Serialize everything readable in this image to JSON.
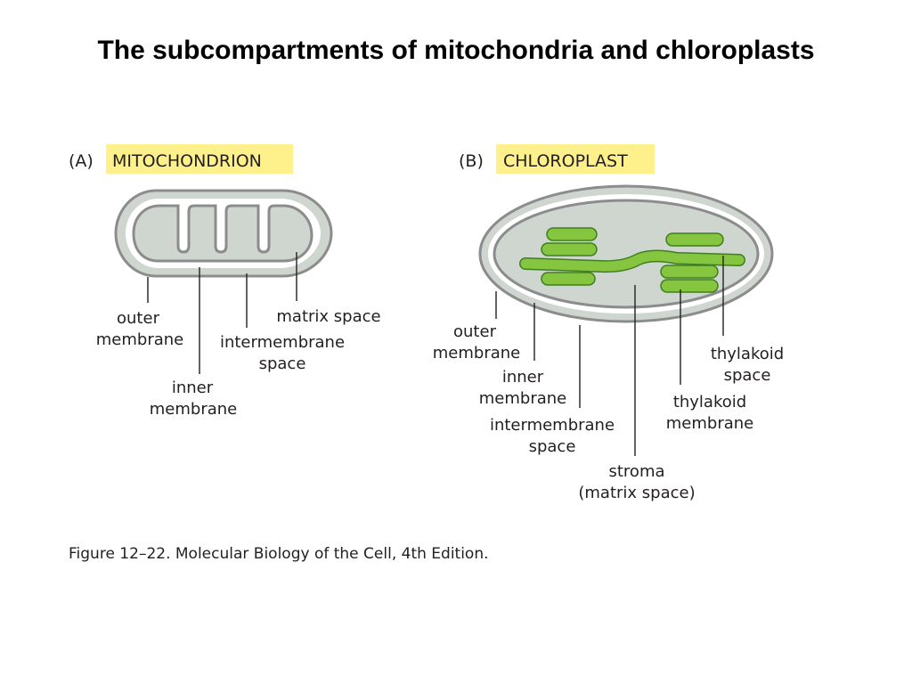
{
  "title": "The subcompartments of mitochondria and chloroplasts",
  "colors": {
    "membrane_fill": "#cfd6cf",
    "membrane_stroke": "#8c8c8c",
    "thylakoid_green": "#86c540",
    "highlight_yellow": "#fef08a",
    "leader_line": "#231f20"
  },
  "panel_a": {
    "letter": "(A)",
    "name": "MITOCHONDRION",
    "labels": {
      "outer_membrane_1": "outer",
      "outer_membrane_2": "membrane",
      "matrix_space": "matrix space",
      "intermembrane_1": "intermembrane",
      "intermembrane_2": "space",
      "inner_membrane_1": "inner",
      "inner_membrane_2": "membrane"
    }
  },
  "panel_b": {
    "letter": "(B)",
    "name": "CHLOROPLAST",
    "labels": {
      "outer_membrane_1": "outer",
      "outer_membrane_2": "membrane",
      "inner_membrane_1": "inner",
      "inner_membrane_2": "membrane",
      "intermembrane_1": "intermembrane",
      "intermembrane_2": "space",
      "stroma_1": "stroma",
      "stroma_2": "(matrix space)",
      "thylakoid_space_1": "thylakoid",
      "thylakoid_space_2": "space",
      "thylakoid_membrane_1": "thylakoid",
      "thylakoid_membrane_2": "membrane"
    }
  },
  "caption": "Figure 12–22. Molecular Biology of the Cell, 4th Edition."
}
